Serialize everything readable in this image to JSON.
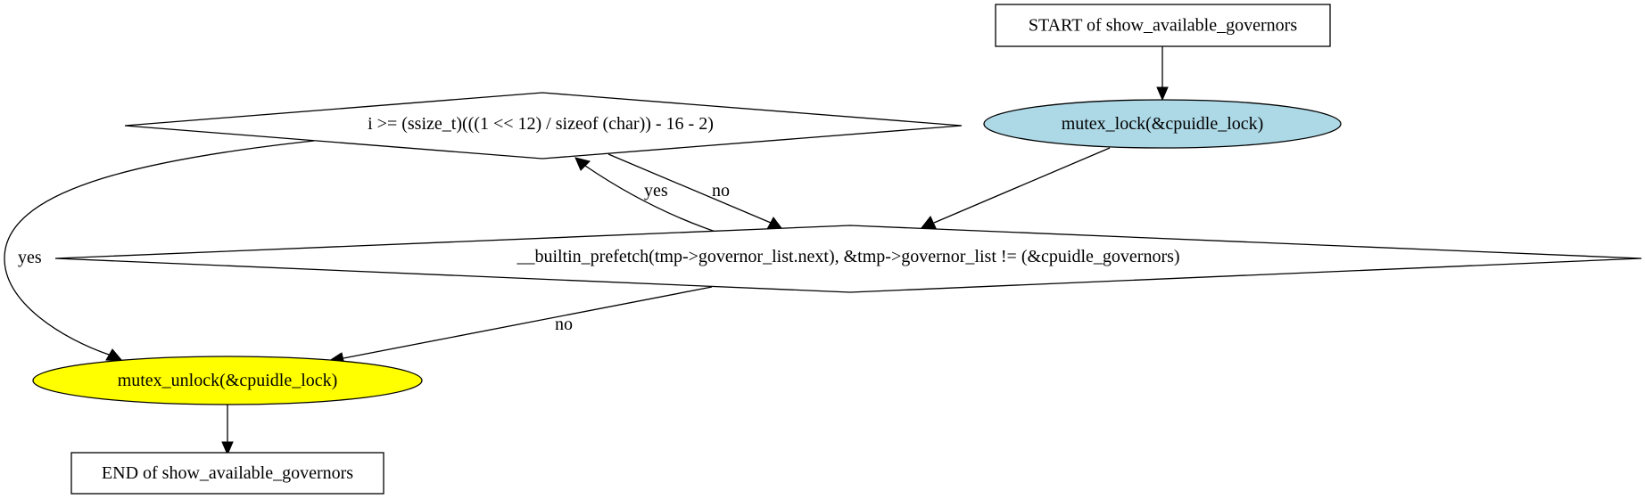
{
  "diagram": {
    "nodes": {
      "start": {
        "label": "START of show_available_governors",
        "shape": "box",
        "fill": "#ffffff"
      },
      "lock": {
        "label": "mutex_lock(&cpuidle_lock)",
        "shape": "ellipse",
        "fill": "#add8e6"
      },
      "cond_size": {
        "label": "i >= (ssize_t)(((1 << 12) / sizeof (char)) - 16 - 2)",
        "shape": "diamond",
        "fill": "#ffffff"
      },
      "cond_loop": {
        "label": "__builtin_prefetch(tmp->governor_list.next), &tmp->governor_list != (&cpuidle_governors)",
        "shape": "diamond",
        "fill": "#ffffff"
      },
      "unlock": {
        "label": "mutex_unlock(&cpuidle_lock)",
        "shape": "ellipse",
        "fill": "#ffff00"
      },
      "end": {
        "label": "END of show_available_governors",
        "shape": "box",
        "fill": "#ffffff"
      }
    },
    "edges": {
      "start_lock": {
        "from": "start",
        "to": "lock",
        "label": ""
      },
      "lock_loop": {
        "from": "lock",
        "to": "cond_loop",
        "label": ""
      },
      "loop_size": {
        "from": "cond_loop",
        "to": "cond_size",
        "label": "yes"
      },
      "size_loop": {
        "from": "cond_size",
        "to": "cond_loop",
        "label": "no"
      },
      "size_unlock": {
        "from": "cond_size",
        "to": "unlock",
        "label": "yes"
      },
      "loop_unlock": {
        "from": "cond_loop",
        "to": "unlock",
        "label": "no"
      },
      "unlock_end": {
        "from": "unlock",
        "to": "end",
        "label": ""
      }
    }
  }
}
